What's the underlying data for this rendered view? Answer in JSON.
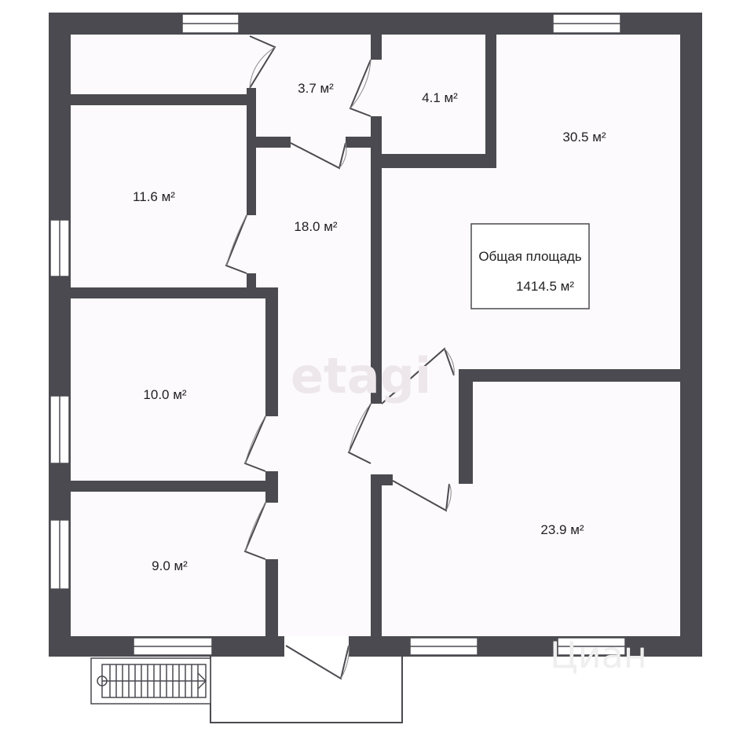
{
  "rooms": [
    {
      "id": "r1",
      "area": "3.7 м²"
    },
    {
      "id": "r2",
      "area": "4.1 м²"
    },
    {
      "id": "r3",
      "area": "30.5 м²"
    },
    {
      "id": "r4",
      "area": "11.6 м²"
    },
    {
      "id": "r5",
      "area": "18.0 м²"
    },
    {
      "id": "r6",
      "area": "10.0 м²"
    },
    {
      "id": "r7",
      "area": "9.0 м²"
    },
    {
      "id": "r8",
      "area": "23.9 м²"
    }
  ],
  "total": {
    "label": "Общая площадь",
    "value": "1414.5 м²"
  },
  "watermarks": {
    "primary": "etagi",
    "secondary": "Циан"
  },
  "colors": {
    "wall": "#4a4a50",
    "floor": "#fcfafc",
    "window": "#ffffff",
    "door": "#4a4a50"
  }
}
